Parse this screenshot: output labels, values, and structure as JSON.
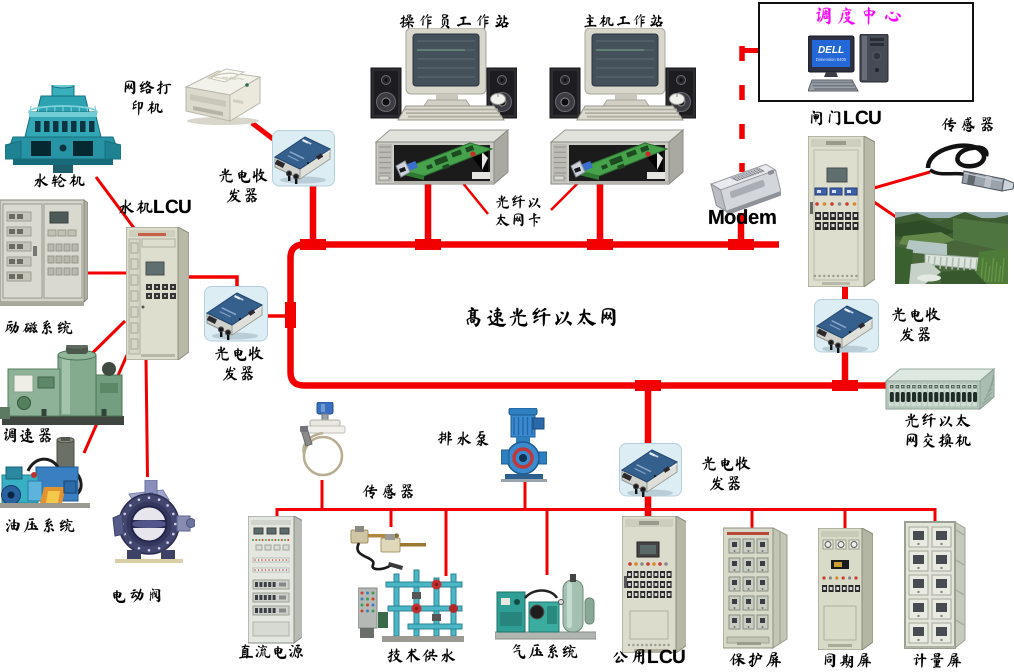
{
  "diagram_title": "高速光纤以太网",
  "colors": {
    "network_line": "#f20000",
    "dispatch_text": "#ff00ff",
    "transceiver_bg": "#d9ecf5",
    "label_text": "#000000"
  },
  "backbone": {
    "label": "高速光纤以太网"
  },
  "nodes": {
    "operator_workstation": {
      "label": "操作员工作站"
    },
    "host_workstation": {
      "label": "主机工作站"
    },
    "dispatch_center": {
      "label": "调度中心"
    },
    "fiber_ethernet_card": {
      "label": "光纤以\n太网卡"
    },
    "network_printer": {
      "label": "网络打\n印机"
    },
    "turbine": {
      "label": "水轮机"
    },
    "hydro_lcu": {
      "label": "水机LCU"
    },
    "transceiver_printer": {
      "label": "光电收\n发器"
    },
    "transceiver_hydro": {
      "label": "光电收\n发器"
    },
    "transceiver_common": {
      "label": "光电收\n发器"
    },
    "transceiver_gate": {
      "label": "光电收\n发器"
    },
    "excitation_system": {
      "label": "励磁系统"
    },
    "governor": {
      "label": "调速器"
    },
    "oil_pressure_system": {
      "label": "油压系统"
    },
    "electric_valve": {
      "label": "电动阀"
    },
    "modem": {
      "label": "Modem"
    },
    "gate_lcu": {
      "label": "闸门LCU"
    },
    "sensor_gate": {
      "label": "传感器"
    },
    "fiber_switch": {
      "label": "光纤以太\n网交换机"
    },
    "level_sensor": {
      "label": "传感器"
    },
    "drain_pump": {
      "label": "排水泵"
    },
    "dc_power": {
      "label": "直流电源"
    },
    "technical_water": {
      "label": "技术供水"
    },
    "air_pressure_system": {
      "label": "气压系统"
    },
    "common_lcu": {
      "label": "公用LCU"
    },
    "protection_panel": {
      "label": "保护屏"
    },
    "sync_panel": {
      "label": "同期屏"
    },
    "metering_panel": {
      "label": "计量屏"
    }
  }
}
